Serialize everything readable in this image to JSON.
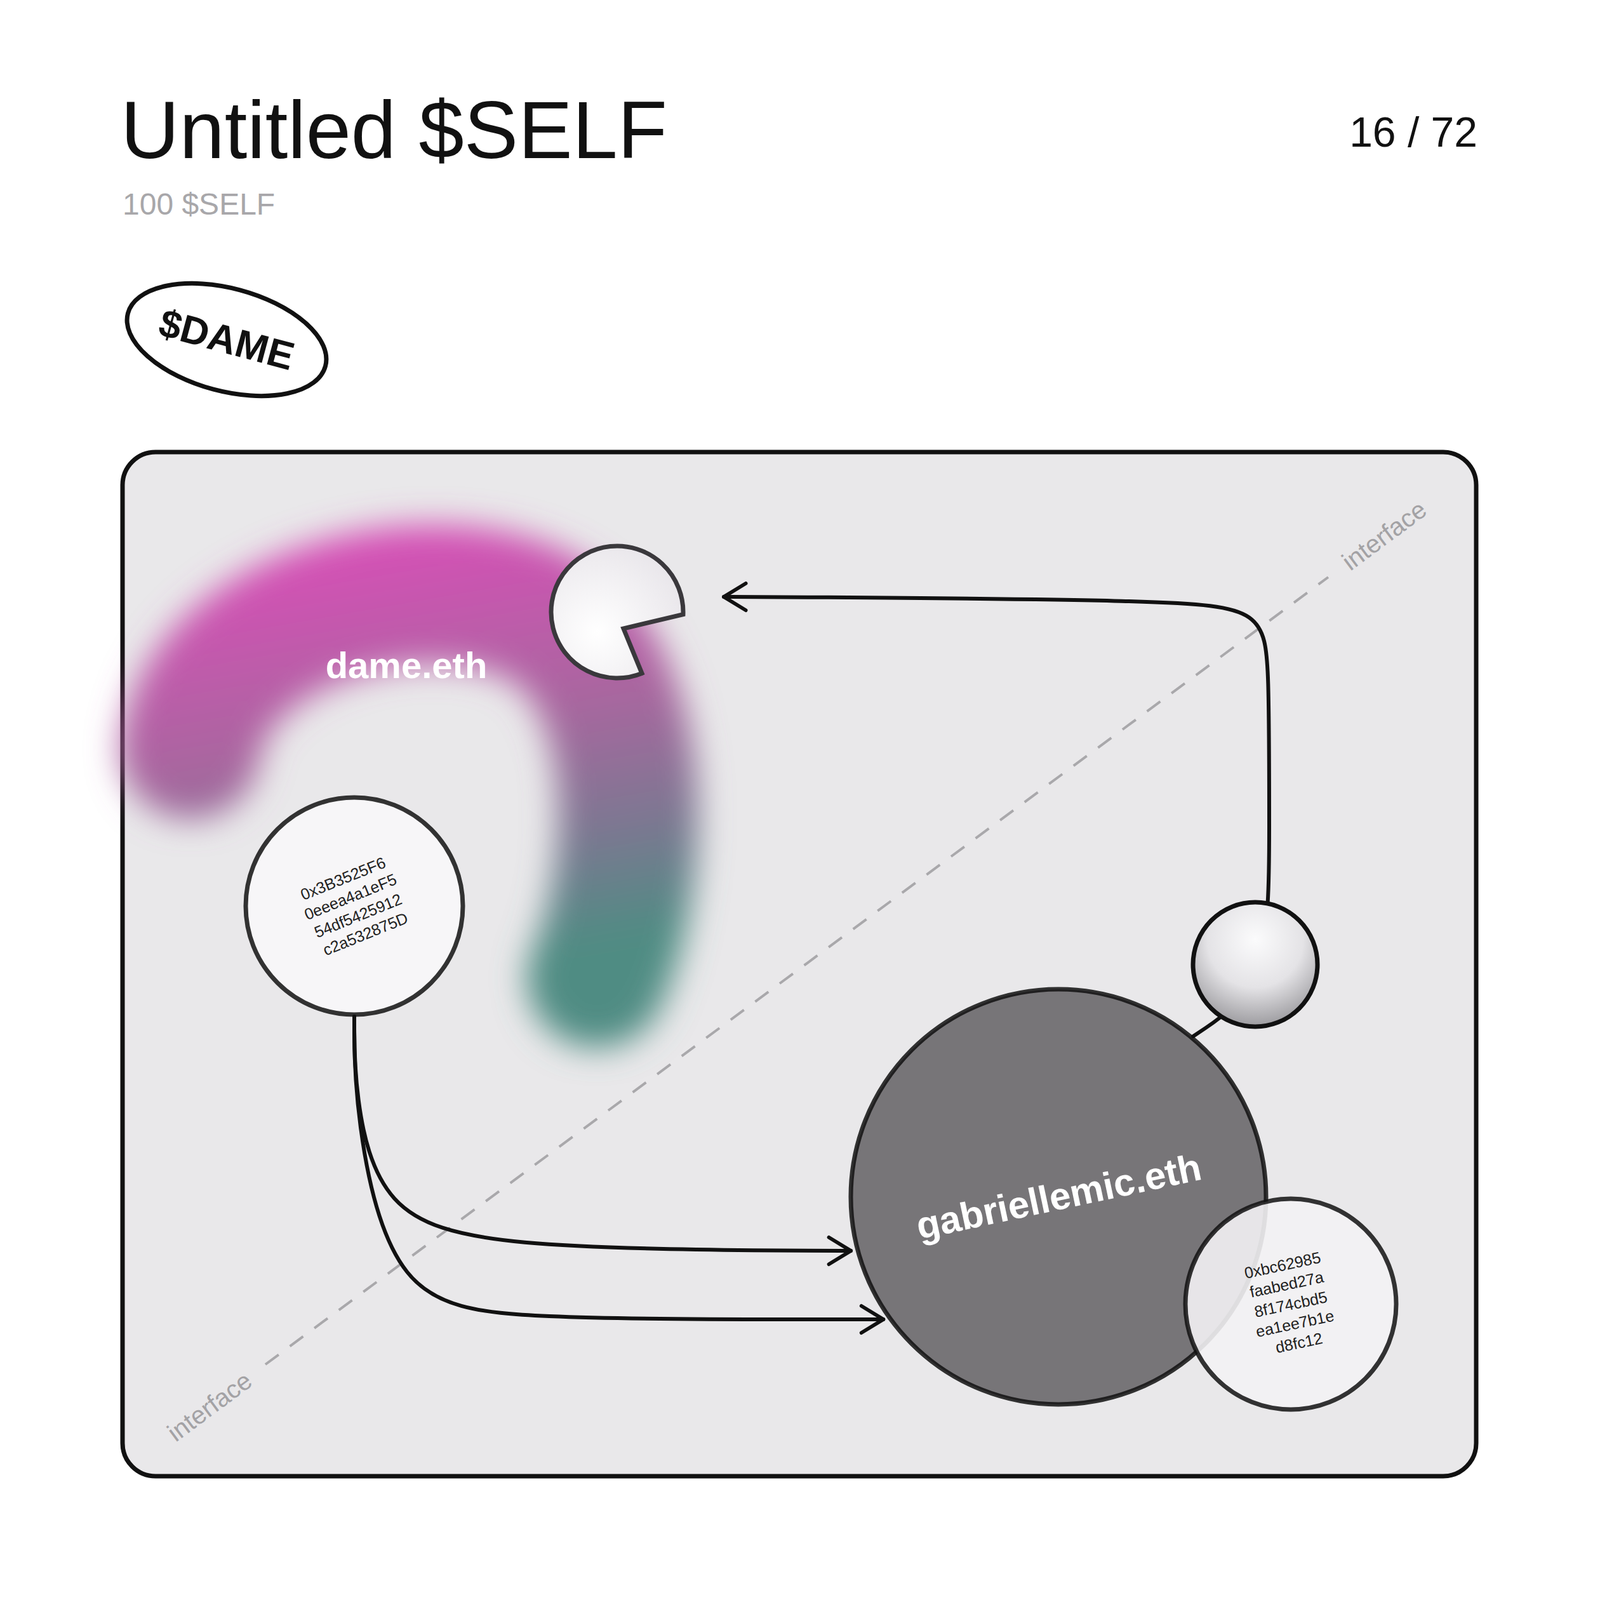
{
  "diagram": {
    "title": "Untitled $SELF",
    "nodes": [
      {
        "text": [
          "$DAME"
        ]
      },
      {
        "text": [
          "dame.eth"
        ]
      },
      {
        "text": [
          "0x3B3525F6 0eeea4a1eF5 54df5425912 c2a532875D"
        ]
      },
      {
        "text": [
          "gabriellemic.eth"
        ]
      },
      {
        "text": [
          "0xbc62985 faabed27a 8f174cbd5 ea1ee7b1e d8fc12"
        ]
      }
    ],
    "edges": [
      {
        "from": 3,
        "to": 1,
        "arrow": "to"
      },
      {
        "from": 2,
        "to": 3,
        "arrow": "to"
      },
      {
        "from": 2,
        "to": 3,
        "arrow": "to"
      }
    ],
    "labels": [
      "100 $SELF",
      "16 / 72",
      "interface",
      "interface"
    ]
  }
}
